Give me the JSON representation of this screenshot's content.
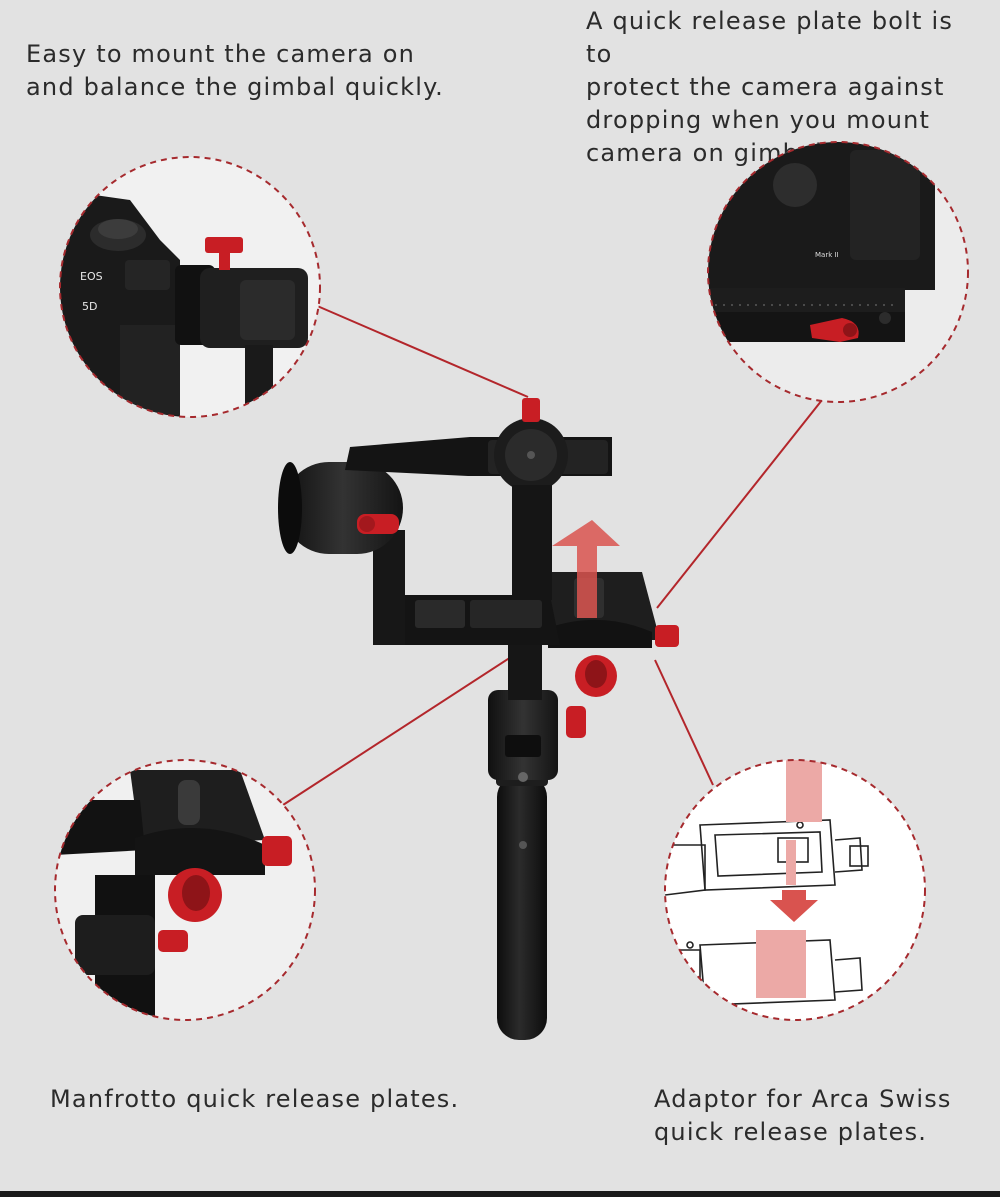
{
  "captions": {
    "top_left": "Easy to mount the camera on\nand balance the gimbal quickly.",
    "top_right": "A quick release plate bolt is to\nprotect the camera against\ndropping when you mount\ncamera on gimbal.",
    "bottom_left": "Manfrotto quick release plates.",
    "bottom_right": "Adaptor for Arca Swiss\nquick release plates."
  },
  "camera_marks": {
    "model": "EOS",
    "number": "5D",
    "badge": "Mark II"
  },
  "colors": {
    "background": "#e2e2e2",
    "accent_red": "#c81e24",
    "callout_line": "#b3262b",
    "body_black": "#1b1b1b",
    "arrow_red": "#d9534f",
    "plate_pink": "#eca9a6"
  }
}
